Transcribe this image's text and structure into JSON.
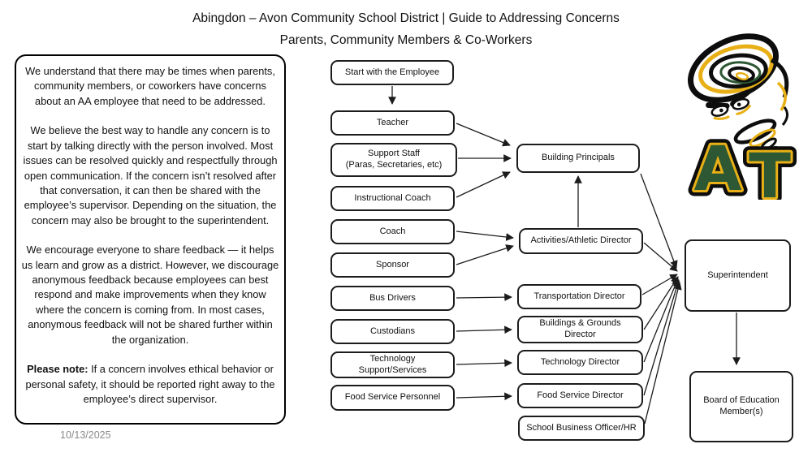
{
  "title": {
    "line1": "Abingdon – Avon Community School District | Guide to Addressing Concerns",
    "line2": "Parents, Community Members & Co-Workers"
  },
  "info_panel": {
    "para1": "We understand that there may be times when parents, community members, or coworkers have concerns about an AA employee that need to be addressed.",
    "para2": "We believe the best way to handle any concern is to start by talking directly with the person involved. Most issues can be resolved quickly and respectfully through open communication. If the concern isn’t resolved after that conversation, it can then be shared with the employee’s supervisor. Depending on the situation, the concern may also be brought to the superintendent.",
    "para3": "We encourage everyone to share feedback — it helps us learn and grow as a district. However, we discourage anonymous feedback because employees can best respond and make improvements when they know where the concern is coming from. In most cases, anonymous feedback will not be shared further within the organization.",
    "note_label": "Please note:",
    "note_text": " If a concern involves ethical behavior or personal safety, it should be reported right away to the employee’s direct supervisor."
  },
  "footer": {
    "date": "10/13/2025"
  },
  "nodes": {
    "start": {
      "lines": [
        "Start with the Employee"
      ]
    },
    "teacher": {
      "lines": [
        "Teacher"
      ]
    },
    "support_staff": {
      "lines": [
        "Support Staff",
        "(Paras, Secretaries, etc)"
      ]
    },
    "instructional_coach": {
      "lines": [
        "Instructional Coach"
      ]
    },
    "coach": {
      "lines": [
        "Coach"
      ]
    },
    "sponsor": {
      "lines": [
        "Sponsor"
      ]
    },
    "bus_drivers": {
      "lines": [
        "Bus Drivers"
      ]
    },
    "custodians": {
      "lines": [
        "Custodians"
      ]
    },
    "technology_support": {
      "lines": [
        "Technology",
        "Support/Services"
      ]
    },
    "food_service_personnel": {
      "lines": [
        "Food Service Personnel"
      ]
    },
    "building_principals": {
      "lines": [
        "Building Principals"
      ]
    },
    "activities_athletic_director": {
      "lines": [
        "Activities/Athletic Director"
      ]
    },
    "transportation_director": {
      "lines": [
        "Transportation Director"
      ]
    },
    "buildings_grounds_director": {
      "lines": [
        "Buildings & Grounds",
        "Director"
      ]
    },
    "technology_director": {
      "lines": [
        "Technology Director"
      ]
    },
    "food_service_director": {
      "lines": [
        "Food Service Director"
      ]
    },
    "school_business_officer": {
      "lines": [
        "School Business Officer/HR"
      ]
    },
    "superintendent": {
      "lines": [
        "Superintendent"
      ]
    },
    "board_of_education": {
      "lines": [
        "Board of Education",
        "Member(s)"
      ]
    }
  },
  "logo": {
    "name": "abingdon-avon-tornado-AT-logo",
    "letter_a": "A",
    "letter_t": "T",
    "green": "#2d5833",
    "gold": "#e8b016",
    "black": "#0d0d0d"
  }
}
